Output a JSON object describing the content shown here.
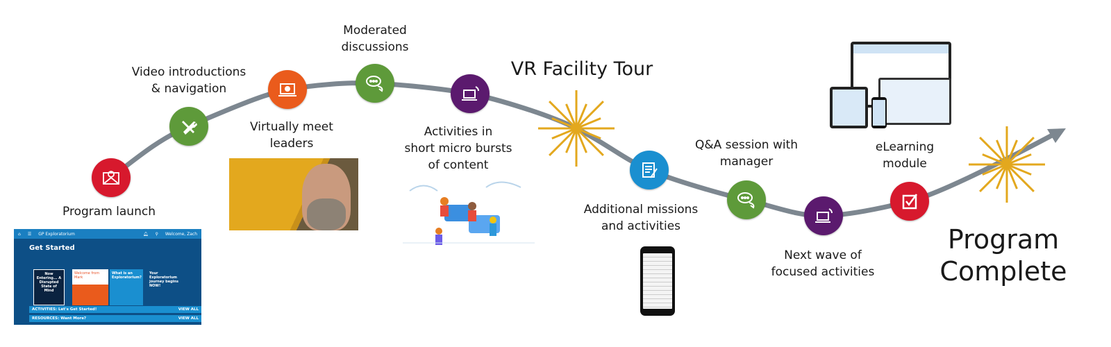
{
  "milestones": [
    {
      "label_lines": [
        "Program launch"
      ],
      "icon": "envelope-icon",
      "color": "#d7192d"
    },
    {
      "label_lines": [
        "Video introductions",
        "& navigation"
      ],
      "icon": "wrench-icon",
      "color": "#5e9a3a"
    },
    {
      "label_lines": [
        "Virtually meet",
        "leaders"
      ],
      "icon": "video-laptop-icon",
      "color": "#ea5b1c"
    },
    {
      "label_lines": [
        "Moderated",
        "discussions"
      ],
      "icon": "chat-icon",
      "color": "#5e9a3a"
    },
    {
      "label_lines": [
        "Activities in",
        "short micro bursts",
        "of content"
      ],
      "icon": "laptop-signal-icon",
      "color": "#5b1a6e"
    },
    {
      "label_lines": [
        "VR Facility Tour"
      ],
      "icon": "starburst-icon",
      "color": "#e3a81e"
    },
    {
      "label_lines": [
        "Additional missions",
        "and activities"
      ],
      "icon": "document-pen-icon",
      "color": "#1a8fd0"
    },
    {
      "label_lines": [
        "Q&A session with",
        "manager"
      ],
      "icon": "chat-icon",
      "color": "#5e9a3a"
    },
    {
      "label_lines": [
        "Next wave of",
        "focused activities"
      ],
      "icon": "laptop-signal-icon",
      "color": "#5b1a6e"
    },
    {
      "label_lines": [
        "eLearning",
        "module"
      ],
      "icon": "checkbox-icon",
      "color": "#d7192d"
    },
    {
      "label_lines": [
        "Program",
        "Complete"
      ],
      "icon": "starburst-icon",
      "color": "#e3a81e"
    }
  ],
  "portal_screenshot": {
    "app_name": "GP Exploratorium",
    "welcome": "Welcome, Zach",
    "title": "Get Started",
    "tile1": "Now Entering... A Disrupted State of Mind",
    "tile2": "Welcome from Mark",
    "tile3": "What is an Exploratorium?",
    "tile4": "Your Exploratorium journey begins NOW!",
    "view": "VIEW",
    "section1": "ACTIVITIES: Let's Get Started!",
    "section2": "RESOURCES: Want More?",
    "view_all": "VIEW ALL"
  },
  "colors": {
    "path": "#7d8790",
    "star": "#e3a81e"
  }
}
